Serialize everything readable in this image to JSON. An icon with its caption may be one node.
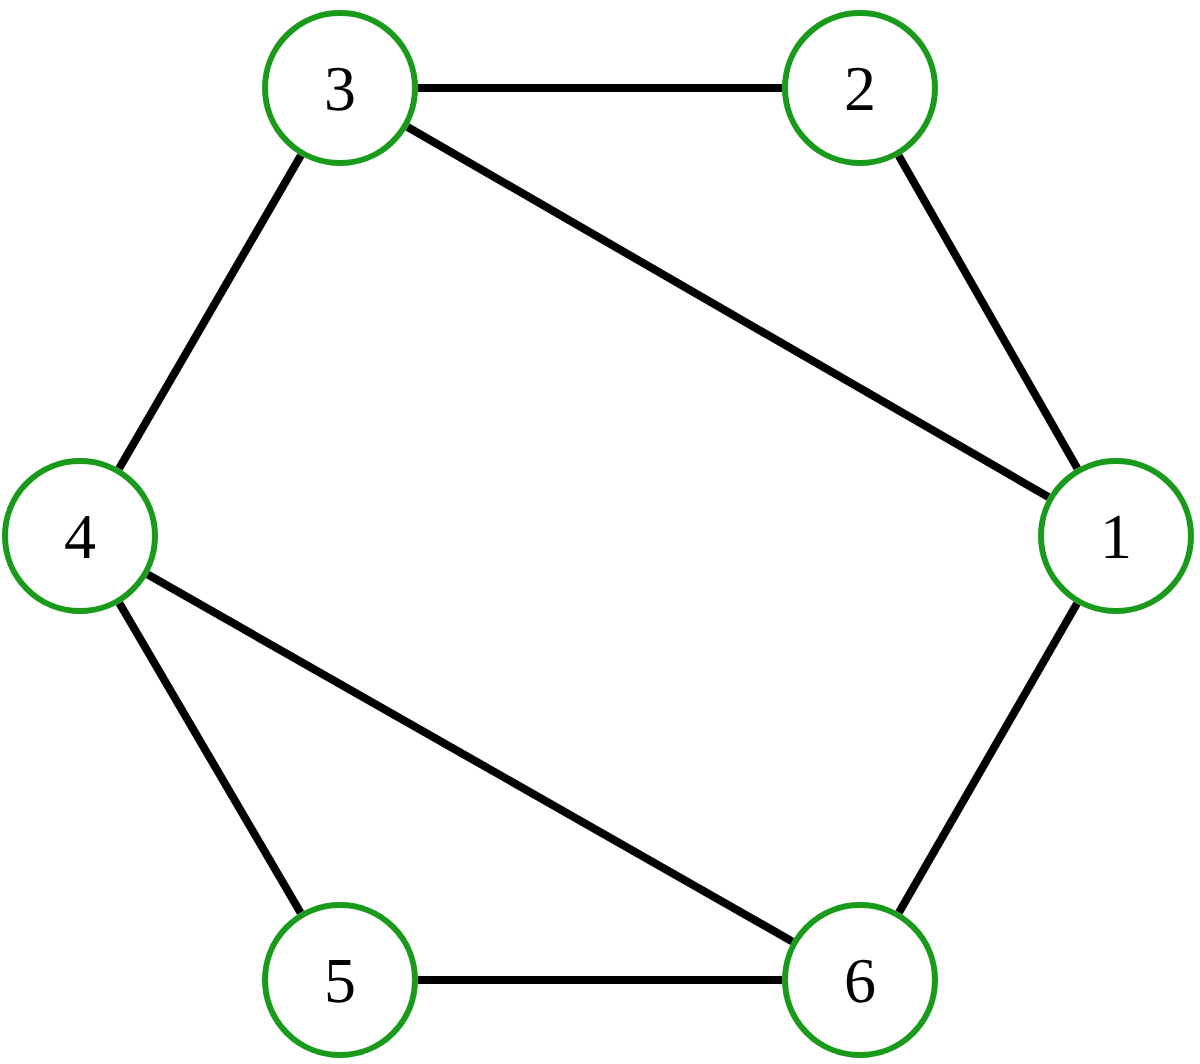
{
  "diagram": {
    "nodes": [
      {
        "text": [
          "3"
        ]
      },
      {
        "text": [
          "2"
        ]
      },
      {
        "text": [
          "4"
        ]
      },
      {
        "text": [
          "1"
        ]
      },
      {
        "text": [
          "5"
        ]
      },
      {
        "text": [
          "6"
        ]
      }
    ],
    "edges": [
      {
        "from": 0,
        "to": 1,
        "arrow": "none"
      },
      {
        "from": 1,
        "to": 3,
        "arrow": "none"
      },
      {
        "from": 0,
        "to": 3,
        "arrow": "none"
      },
      {
        "from": 0,
        "to": 2,
        "arrow": "none"
      },
      {
        "from": 2,
        "to": 4,
        "arrow": "none"
      },
      {
        "from": 2,
        "to": 5,
        "arrow": "none"
      },
      {
        "from": 4,
        "to": 5,
        "arrow": "none"
      },
      {
        "from": 3,
        "to": 5,
        "arrow": "none"
      }
    ]
  }
}
